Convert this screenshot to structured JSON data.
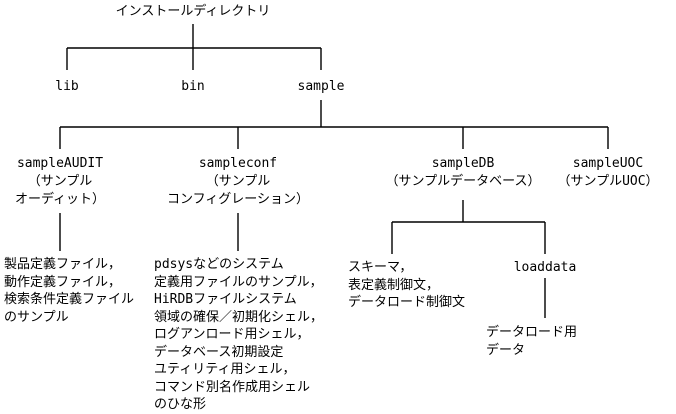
{
  "root": "インストールディレクトリ",
  "level1": [
    "lib",
    "bin",
    "sample"
  ],
  "samples": [
    {
      "name": "sampleAUDIT",
      "desc": [
        "（サンプル",
        "オーディット）"
      ]
    },
    {
      "name": "sampleconf",
      "desc": [
        "（サンプル",
        "コンフィグレーション）"
      ]
    },
    {
      "name": "sampleDB",
      "desc": [
        "（サンプルデータベース）"
      ]
    },
    {
      "name": "sampleUOC",
      "desc": [
        "（サンプルUOC）"
      ]
    }
  ],
  "audit_contents": [
    "製品定義ファイル，",
    "動作定義ファイル，",
    "検索条件定義ファイル",
    "のサンプル"
  ],
  "conf_contents": [
    "pdsysなどのシステム",
    "定義用ファイルのサンプル，",
    "HiRDBファイルシステム",
    "領域の確保／初期化シェル，",
    "ログアンロード用シェル，",
    "データベース初期設定",
    "ユティリティ用シェル，",
    "コマンド別名作成用シェル",
    "のひな形"
  ],
  "db_children": {
    "schema": [
      "スキーマ，",
      "表定義制御文，",
      "データロード制御文"
    ],
    "loaddata": "loaddata"
  },
  "loaddata_contents": [
    "データロード用",
    "データ"
  ]
}
